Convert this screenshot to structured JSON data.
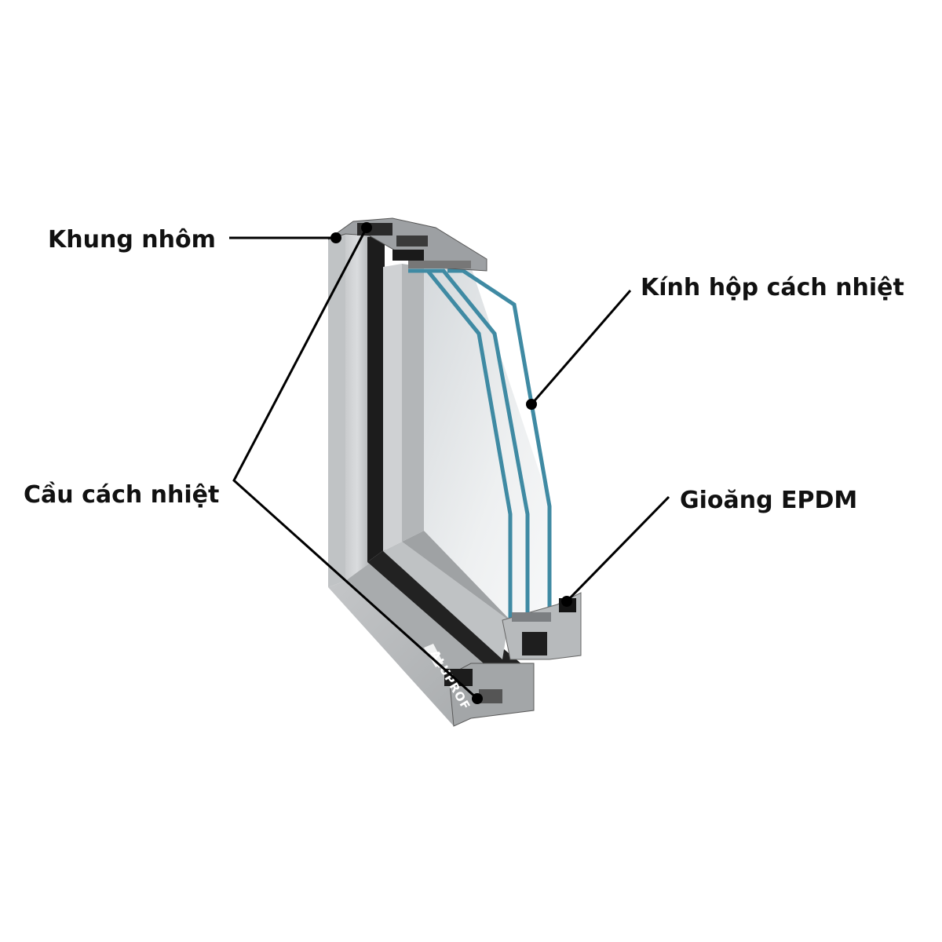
{
  "labels": {
    "frame": "Khung nhôm",
    "glass": "Kính hộp cách nhiệt",
    "thermal_break": "Cầu cách nhiệt",
    "gasket": "Gioăng EPDM"
  },
  "logo": {
    "text": "ALUPROF"
  },
  "colors": {
    "aluminium": "#b9bcbe",
    "aluminium_light": "#d4d6d8",
    "aluminium_dark": "#8e9194",
    "glass_edge": "#3f8aa3",
    "glass_fill": "#e9ecee",
    "gasket": "#1b1b1b",
    "leader_line": "#000000"
  }
}
